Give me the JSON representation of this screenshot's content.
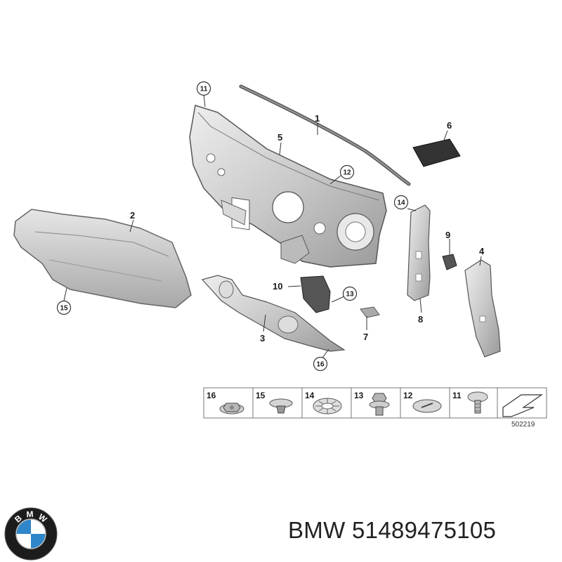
{
  "diagram": {
    "reference_code": "502219",
    "callouts": [
      {
        "id": "1",
        "label": "1",
        "circled": false
      },
      {
        "id": "2",
        "label": "2",
        "circled": false
      },
      {
        "id": "3",
        "label": "3",
        "circled": false
      },
      {
        "id": "4",
        "label": "4",
        "circled": false
      },
      {
        "id": "5",
        "label": "5",
        "circled": false
      },
      {
        "id": "6",
        "label": "6",
        "circled": false
      },
      {
        "id": "7",
        "label": "7",
        "circled": false
      },
      {
        "id": "8",
        "label": "8",
        "circled": false
      },
      {
        "id": "9",
        "label": "9",
        "circled": false
      },
      {
        "id": "10",
        "label": "10",
        "circled": false
      },
      {
        "id": "11",
        "label": "11",
        "circled": true
      },
      {
        "id": "12",
        "label": "12",
        "circled": true
      },
      {
        "id": "13",
        "label": "13",
        "circled": true
      },
      {
        "id": "14",
        "label": "14",
        "circled": true
      },
      {
        "id": "15",
        "label": "15",
        "circled": true
      },
      {
        "id": "16",
        "label": "16",
        "circled": true
      }
    ],
    "fastener_strip": [
      "16",
      "15",
      "14",
      "13",
      "12",
      "11"
    ]
  },
  "footer": {
    "brand": "BMW",
    "part_number": "51489475105"
  },
  "logo": {
    "letters": [
      "B",
      "M",
      "W"
    ],
    "colors": {
      "ring": "#1c1c1c",
      "blue": "#2f86c9",
      "white": "#ffffff"
    }
  }
}
